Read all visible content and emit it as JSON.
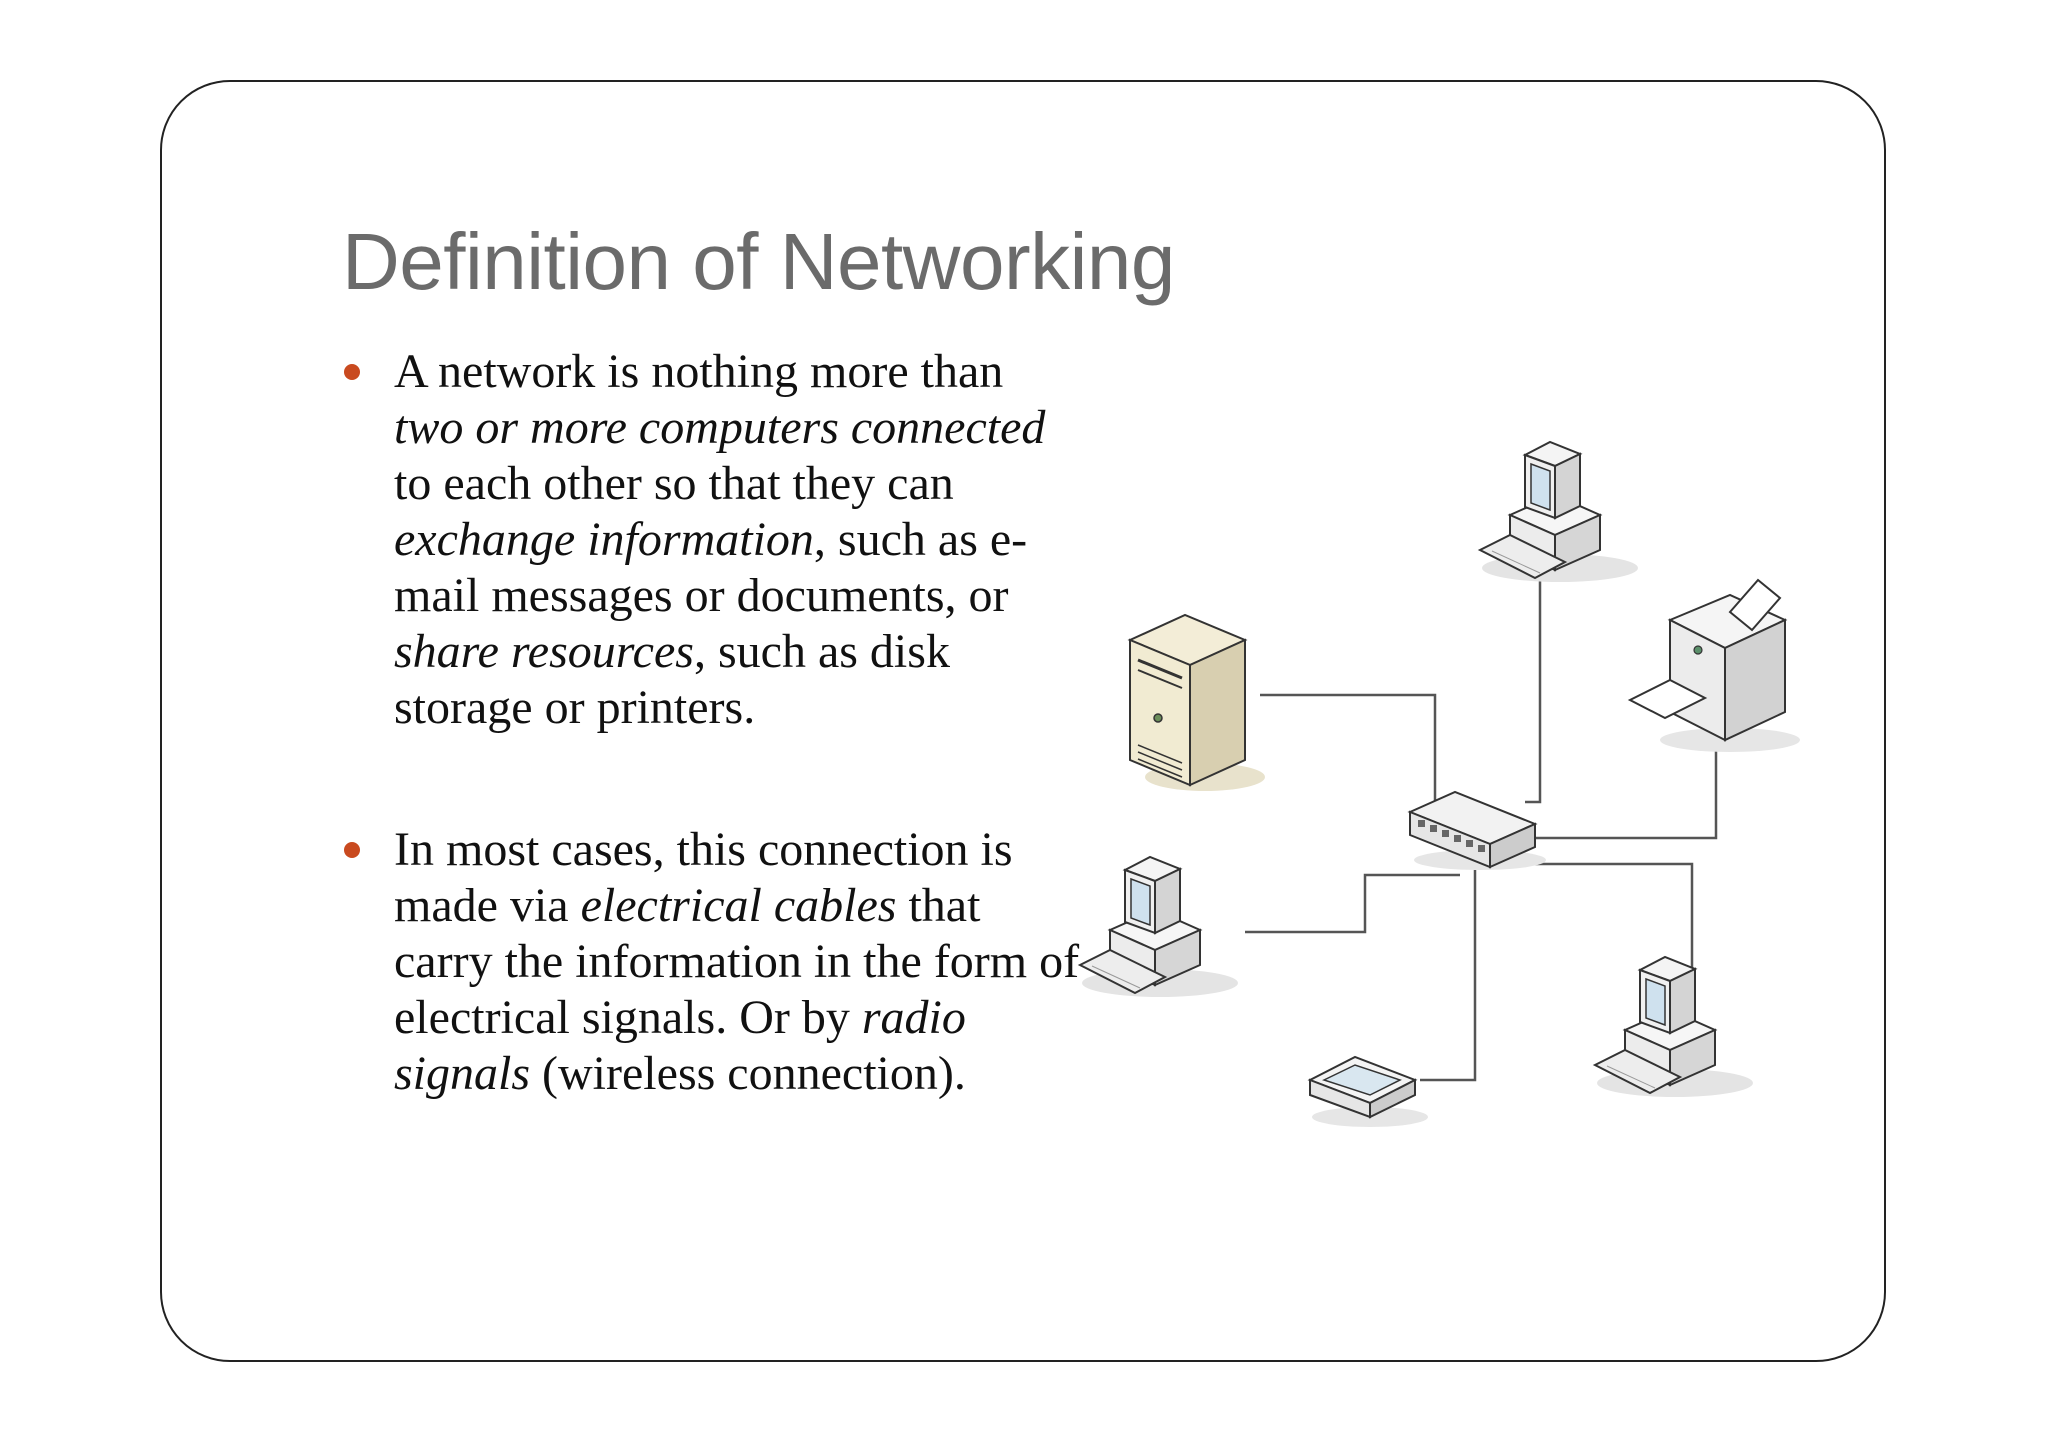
{
  "slide": {
    "title": "Definition of Networking",
    "bullet_color": "#c94a1f",
    "bullets": [
      {
        "segments": [
          {
            "text": "A network is nothing more than ",
            "italic": false
          },
          {
            "text": "two or more computers connected",
            "italic": true
          },
          {
            "text": " to each other so that they can ",
            "italic": false
          },
          {
            "text": "exchange information",
            "italic": true
          },
          {
            "text": ", such as e-mail messages or documents, or ",
            "italic": false
          },
          {
            "text": "share resources",
            "italic": true
          },
          {
            "text": ", such as disk storage or printers.",
            "italic": false
          }
        ]
      },
      {
        "segments": [
          {
            "text": "In most cases, this connection is made via ",
            "italic": false
          },
          {
            "text": "electrical cables",
            "italic": true
          },
          {
            "text": " that carry the information in the form of electrical signals. Or by ",
            "italic": false
          },
          {
            "text": "radio signals",
            "italic": true
          },
          {
            "text": " (wireless connection).",
            "italic": false
          }
        ]
      }
    ]
  },
  "diagram": {
    "devices": [
      {
        "name": "computer-icon"
      },
      {
        "name": "server-icon"
      },
      {
        "name": "printer-icon"
      },
      {
        "name": "network-switch-icon"
      },
      {
        "name": "computer-icon"
      },
      {
        "name": "scanner-icon"
      },
      {
        "name": "computer-icon"
      }
    ]
  }
}
